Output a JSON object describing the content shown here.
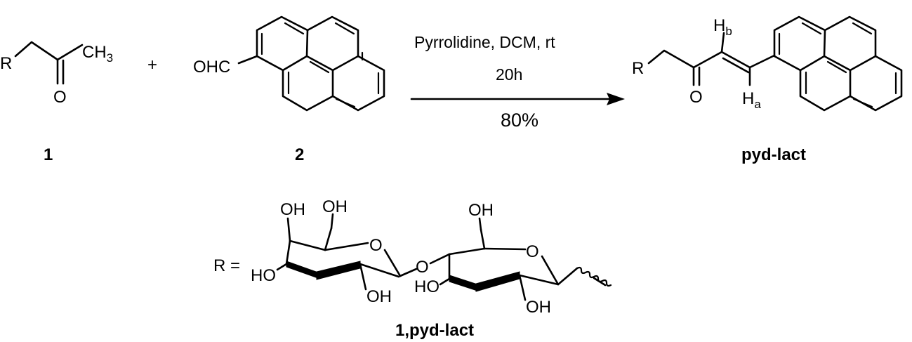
{
  "reaction": {
    "reactant1": {
      "r_label": "R",
      "ch3_label": "CH",
      "ch3_sub": "3",
      "o_label": "O",
      "compound_number": "1"
    },
    "plus": "+",
    "reactant2": {
      "aldehyde_label": "OHC",
      "compound_number": "2"
    },
    "conditions": {
      "reagents": "Pyrrolidine, DCM, rt",
      "time": "20h",
      "yield": "80%"
    },
    "product": {
      "r_label": "R",
      "o_label": "O",
      "hb_label": "H",
      "hb_sub": "b",
      "ha_label": "H",
      "ha_sub": "a",
      "name": "pyd-lact"
    }
  },
  "r_group": {
    "prefix": "R =",
    "oh_c4": "OH",
    "oh_c6": "OH",
    "ho_c3": "HO",
    "oh_c2": "OH",
    "ring_o_gal": "O",
    "glycosidic_o": "O",
    "oh_c6_glc": "OH",
    "ring_o_glc": "O",
    "ho_c3_glc": "HO",
    "oh_c2_glc": "OH",
    "caption": "1,pyd-lact"
  }
}
